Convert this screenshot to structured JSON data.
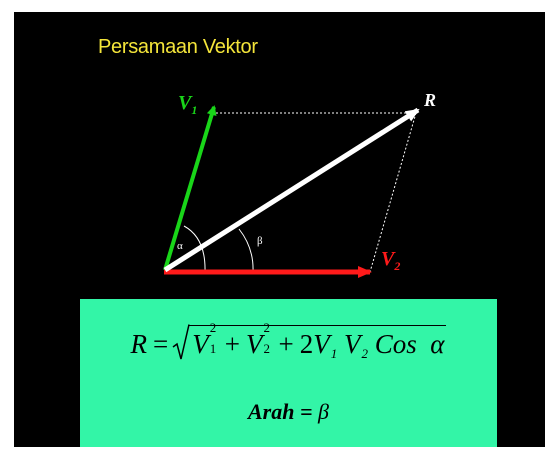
{
  "title": "Persamaan Vektor",
  "labels": {
    "v1": "V",
    "v1_sub": "1",
    "v2": "V",
    "v2_sub": "2",
    "r": "R",
    "alpha": "α",
    "beta": "β"
  },
  "formula": {
    "lhs": "R",
    "eq": "=",
    "v1": "V",
    "v1_sub": "1",
    "v1_sup": "2",
    "plus1": "+",
    "v2": "V",
    "v2_sub": "2",
    "v2_sup": "2",
    "plus2": "+",
    "coef": "2",
    "v1b": "V",
    "v1b_sub": "1",
    "v2b": "V",
    "v2b_sub": "2",
    "cos": "Cos",
    "angle": "α"
  },
  "direction": {
    "text": "Arah = ",
    "symbol": "β"
  },
  "colors": {
    "background": "#000000",
    "title": "#f4e53a",
    "v1": "#19d619",
    "v2": "#ff1a1a",
    "r": "#ffffff",
    "formula_box": "#33f5a7"
  }
}
